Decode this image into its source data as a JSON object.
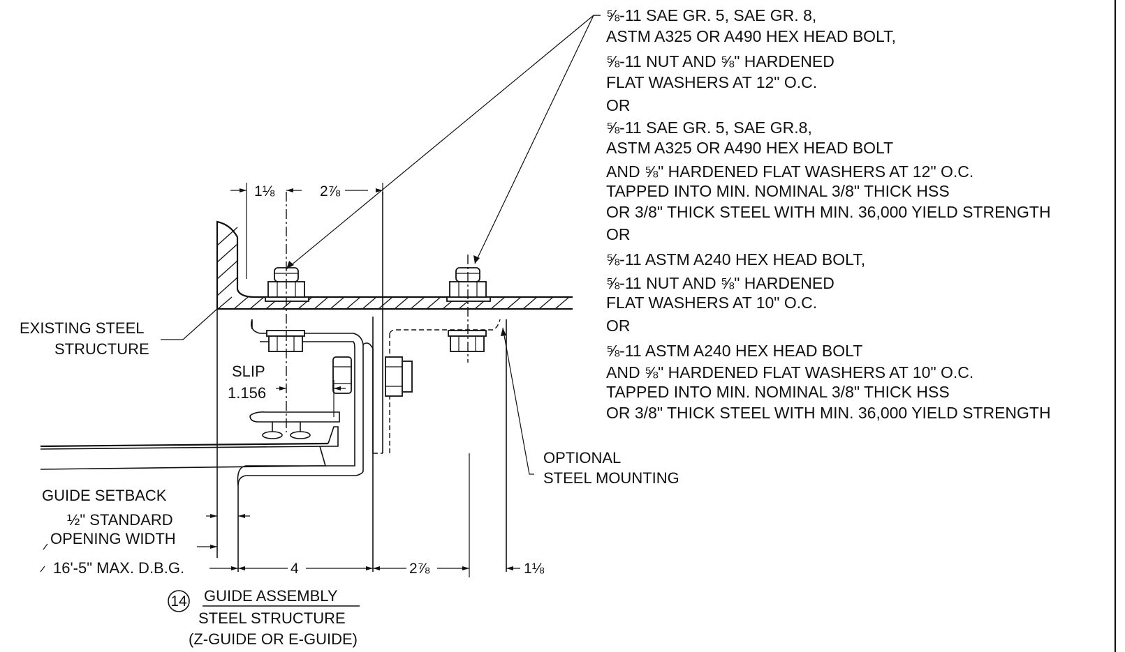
{
  "bolt_note": {
    "lines": [
      "⅝-11 SAE GR. 5, SAE GR. 8,",
      "ASTM A325 OR A490 HEX HEAD BOLT,",
      "⅝-11 NUT AND ⅝\" HARDENED",
      "FLAT WASHERS AT 12\" O.C.",
      "OR",
      "⅝-11 SAE GR. 5, SAE GR.8,",
      "ASTM A325 OR A490 HEX HEAD BOLT",
      "AND ⅝\" HARDENED FLAT WASHERS AT 12\" O.C.",
      "TAPPED INTO MIN. NOMINAL 3/8\" THICK HSS",
      "OR 3/8\" THICK STEEL WITH MIN. 36,000 YIELD STRENGTH",
      "OR",
      "⅝-11 ASTM A240 HEX HEAD BOLT,",
      "⅝-11 NUT AND ⅝\" HARDENED",
      "FLAT WASHERS AT 10\" O.C.",
      "OR",
      "⅝-11 ASTM A240 HEX HEAD BOLT",
      "AND ⅝\" HARDENED FLAT WASHERS AT 10\" O.C.",
      "TAPPED INTO MIN. NOMINAL 3/8\" THICK HSS",
      "OR 3/8\" THICK STEEL WITH MIN. 36,000 YIELD STRENGTH"
    ]
  },
  "labels": {
    "existing_steel_1": "EXISTING STEEL",
    "existing_steel_2": "STRUCTURE",
    "slip_label": "SLIP",
    "slip_value": "1.156",
    "optional_1": "OPTIONAL",
    "optional_2": "STEEL MOUNTING",
    "guide_setback": "GUIDE SETBACK",
    "half_standard": "½\" STANDARD",
    "opening_width": "OPENING WIDTH",
    "max_dbg": "16'-5\" MAX. D.B.G."
  },
  "dims": {
    "top_left": "1⅛",
    "top_right": "2⅞",
    "bottom_4": "4",
    "bottom_278": "2⅞",
    "bottom_118": "1⅛"
  },
  "caption": {
    "number": "14",
    "title": "GUIDE ASSEMBLY",
    "line2": "STEEL STRUCTURE",
    "line3": "(Z-GUIDE OR E-GUIDE)"
  }
}
